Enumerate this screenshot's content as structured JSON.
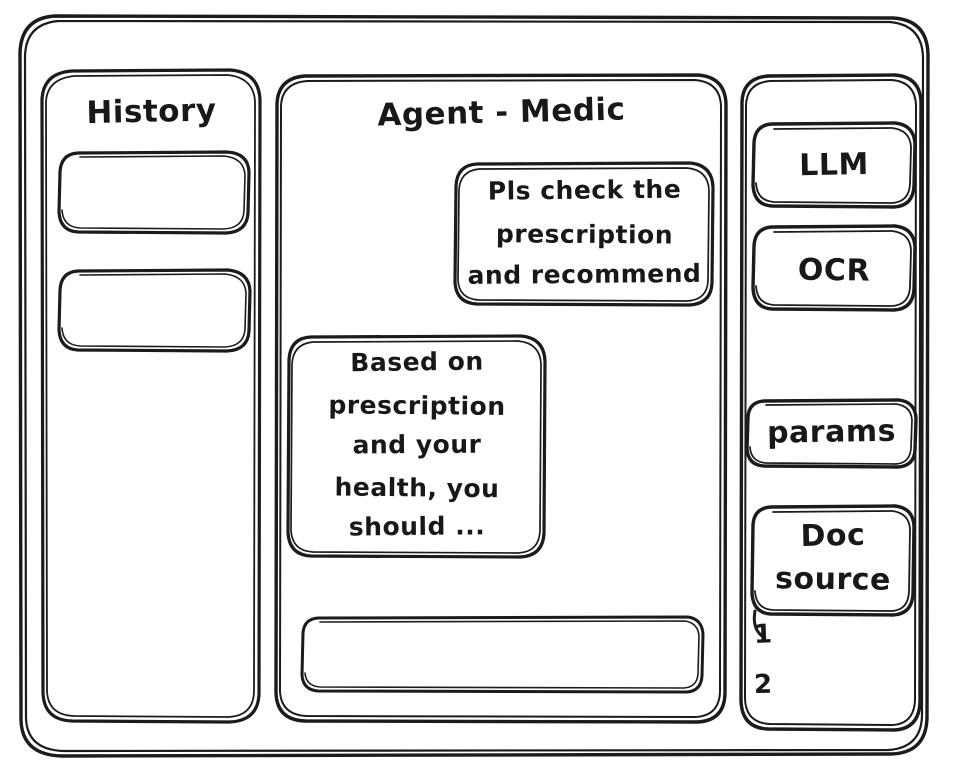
{
  "meta": {
    "style": "hand-drawn wireframe sketch",
    "stroke_color": "#1b1b1b",
    "background_color": "#ffffff"
  },
  "window": {
    "frame_label": "app-window"
  },
  "history_panel": {
    "title": "History",
    "items": [
      {
        "label": "",
        "name": "history-item-1"
      },
      {
        "label": "",
        "name": "history-item-2"
      }
    ]
  },
  "main_panel": {
    "title": "Agent - Medic",
    "messages": [
      {
        "role": "user",
        "align": "right",
        "lines": [
          "Pls check the",
          "prescription",
          "and recommend"
        ],
        "text": "Pls check the prescription and recommend"
      },
      {
        "role": "assistant",
        "align": "left",
        "lines": [
          "Based on",
          "prescription",
          "and your",
          "health, you",
          "should ..."
        ],
        "text": "Based on prescription and your health, you should ..."
      }
    ],
    "composer": {
      "value": "",
      "placeholder": ""
    }
  },
  "tools_panel": {
    "buttons": [
      {
        "label": "LLM",
        "name": "llm-button"
      },
      {
        "label": "OCR",
        "name": "ocr-button"
      },
      {
        "label": "params",
        "name": "params-button"
      }
    ],
    "doc_source": {
      "lines": [
        "Doc",
        "source"
      ],
      "label": "Doc source"
    },
    "source_list": [
      {
        "label": "1"
      },
      {
        "label": "2"
      }
    ]
  }
}
